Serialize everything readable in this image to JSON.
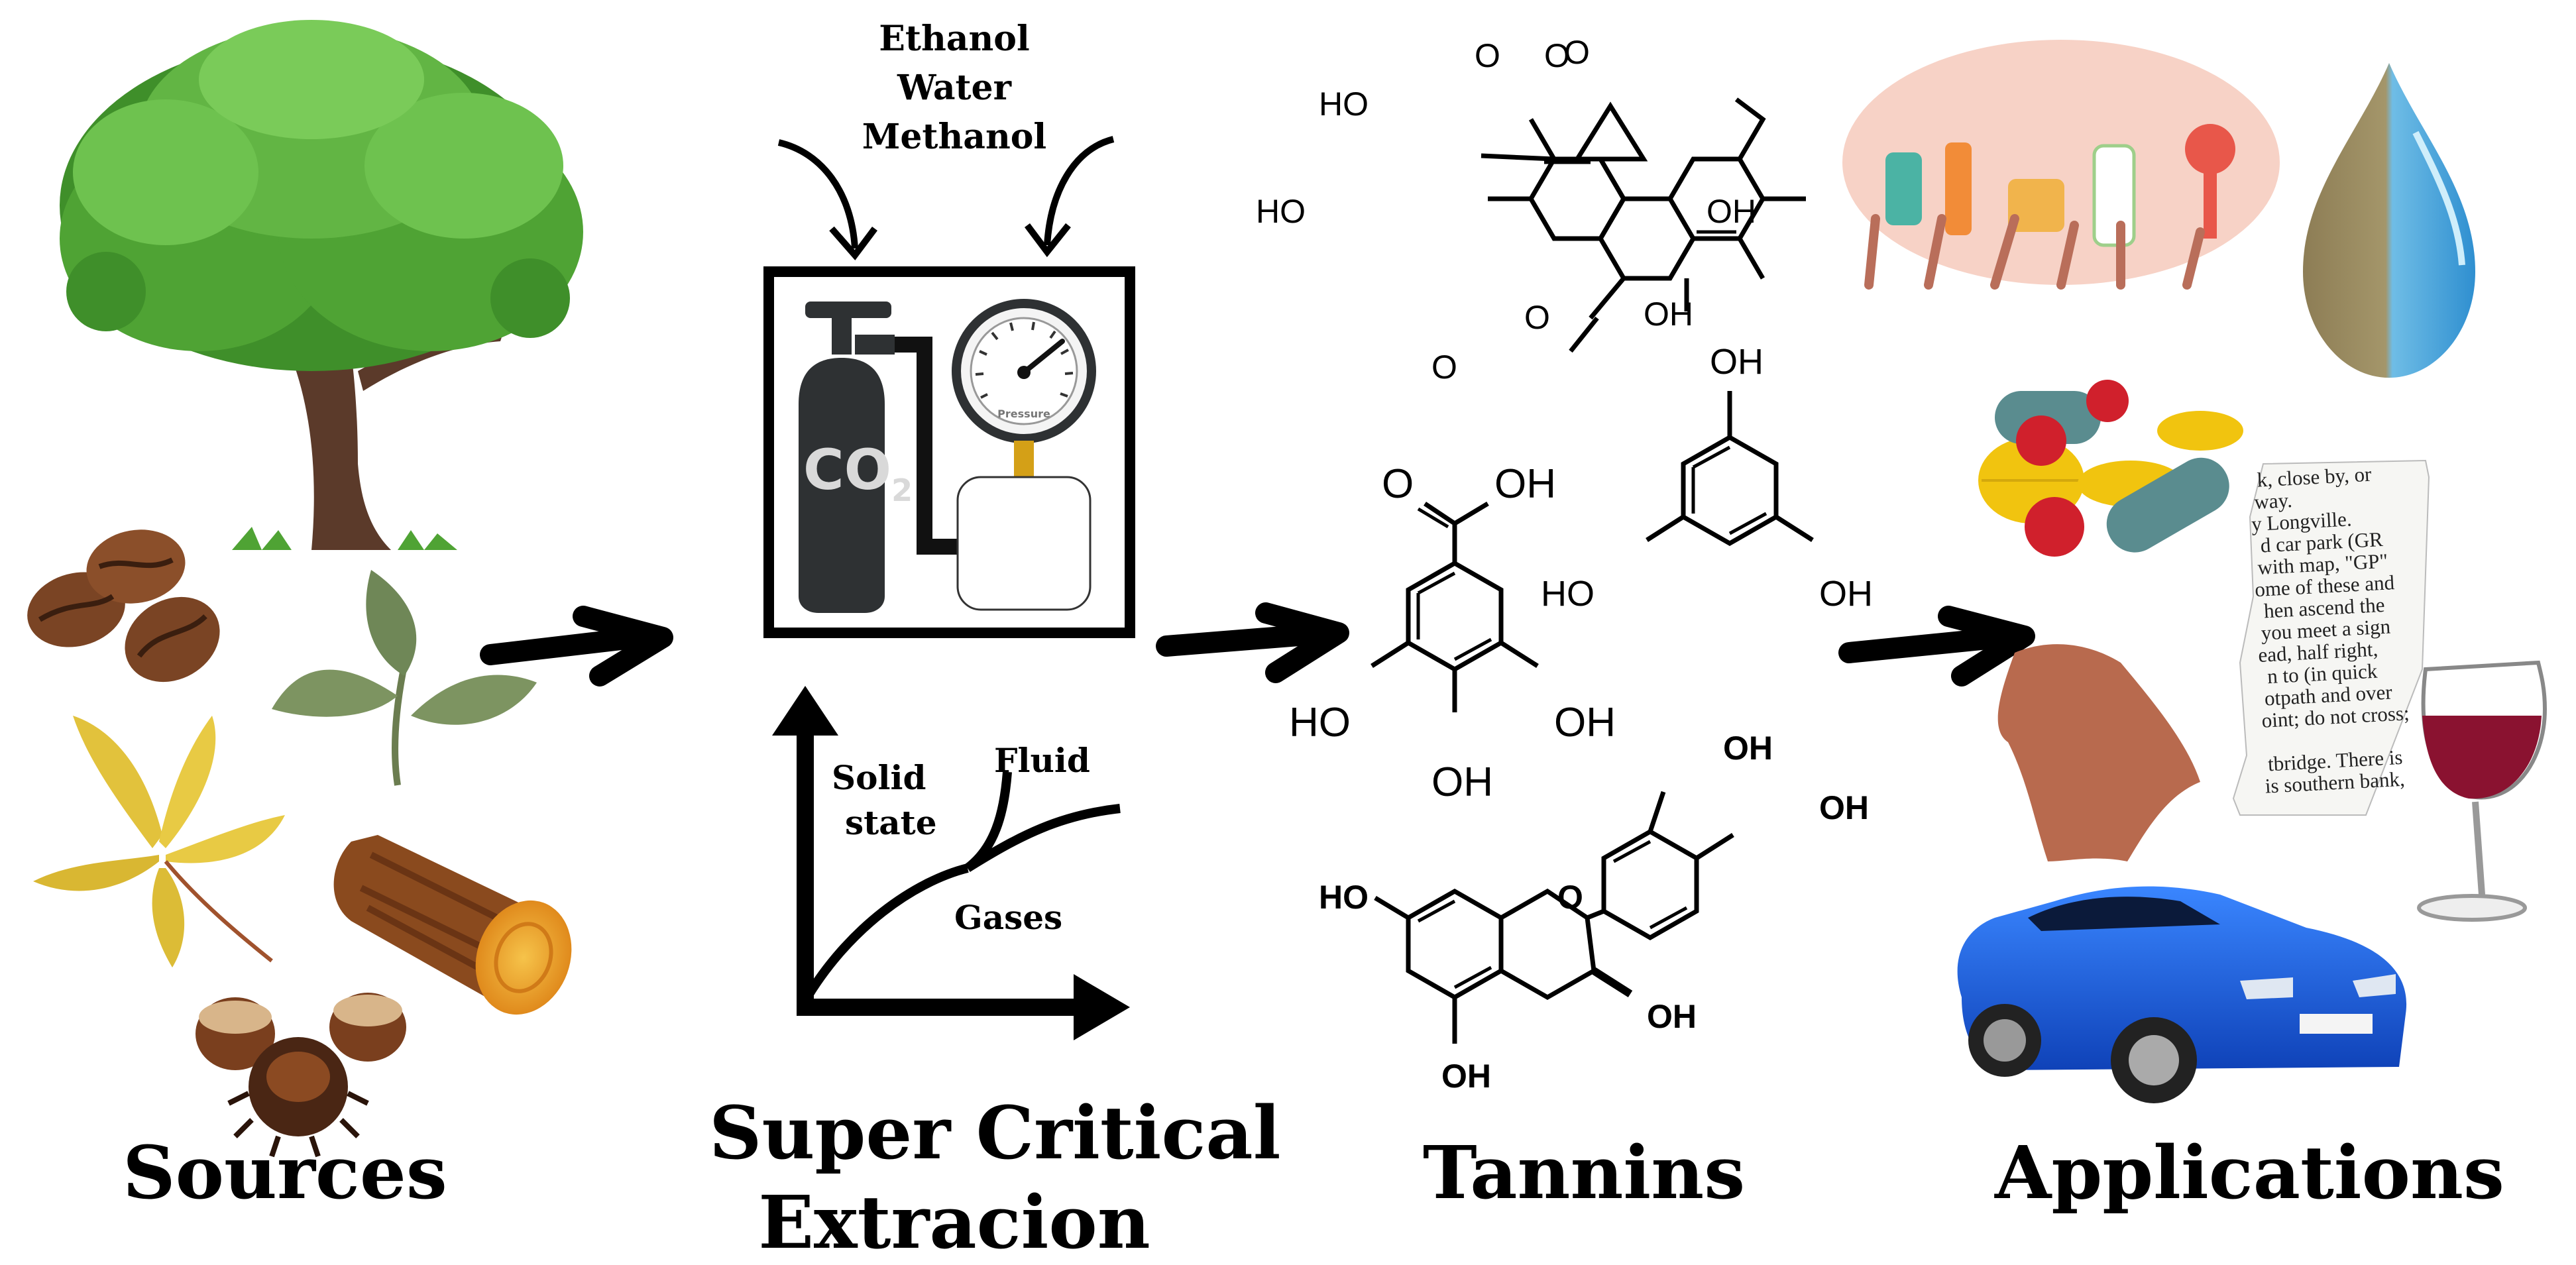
{
  "headings": {
    "sources": "Sources",
    "sce_line1": "Super Critical",
    "sce_line2": "Extracion",
    "tannins": "Tannins",
    "applications": "Applications"
  },
  "solvents": [
    "Ethanol",
    "Water",
    "Methanol"
  ],
  "cylinder": {
    "label": "CO",
    "subscript": "2"
  },
  "gauge": {
    "label": "Pressure"
  },
  "phase_diagram": {
    "solid": [
      "Solid",
      "state"
    ],
    "fluid": "Fluid",
    "gases": "Gases"
  },
  "chem": {
    "ho": "HO",
    "oh": "OH",
    "o": "O"
  },
  "newspaper": {
    "lines": [
      "k, close by, or",
      "way.",
      "y Longville.",
      "d car park (GR",
      "with map, \"GP\"",
      "ome of these and",
      "hen ascend the",
      "you meet a sign",
      "ead, half right,",
      "n to (in quick",
      "otpath and over",
      "oint; do not cross;",
      "",
      "tbridge. There is",
      "is southern bank,"
    ]
  },
  "colors": {
    "leaf_green": "#3f8f2a",
    "bark": "#5b3a2a",
    "cylinder": "#2e3133",
    "car_blue": "#1f5fd6",
    "wine": "#8a1230",
    "leather": "#b86a4e",
    "cosmetics_bg": "#f7d2c6",
    "drop_brown": "#8a7a52",
    "drop_blue": "#5fb3e0"
  }
}
